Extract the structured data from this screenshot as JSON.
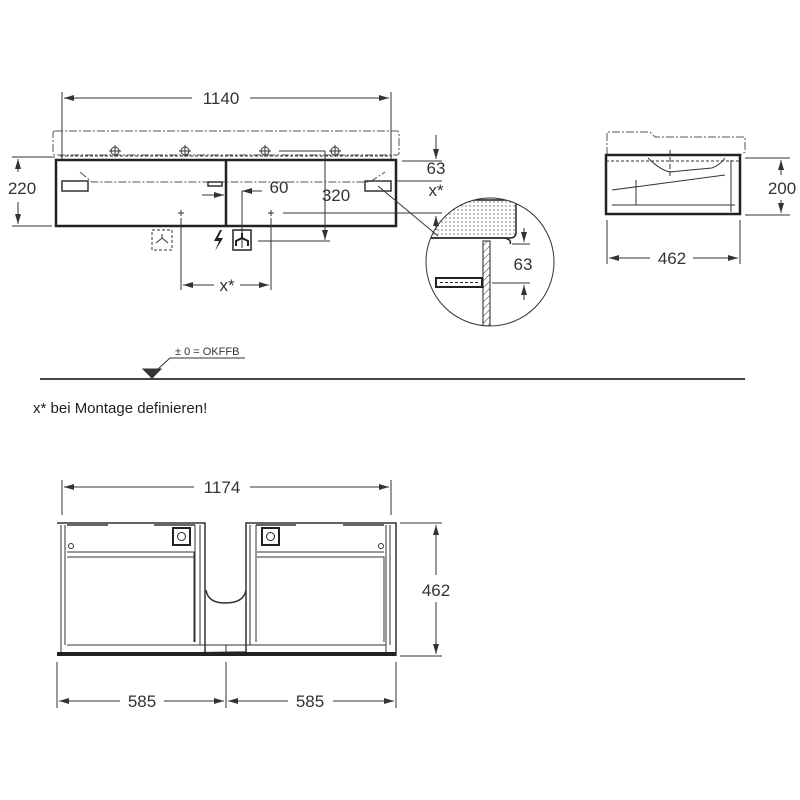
{
  "front_view": {
    "width_label": "1140",
    "height_label": "220",
    "top_offset_label": "63",
    "x_label": "x*",
    "offset_60_label": "60",
    "offset_320_label": "320",
    "drain_spacing_label": "x*"
  },
  "detail_view": {
    "height_label": "63"
  },
  "side_view": {
    "height_label": "200",
    "depth_label": "462"
  },
  "floor_level": {
    "label": "± 0 = OKFFB"
  },
  "note": "x* bei Montage definieren!",
  "top_view": {
    "width_label": "1174",
    "depth_label": "462",
    "left_width_label": "585",
    "right_width_label": "585"
  }
}
